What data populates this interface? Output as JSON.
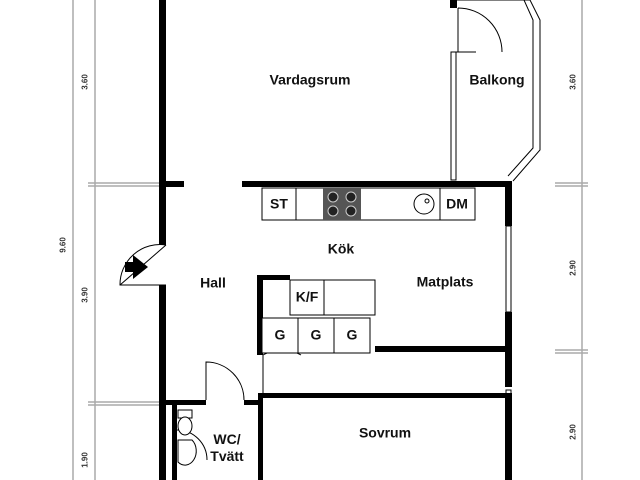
{
  "rooms": {
    "vardagsrum": "Vardagsrum",
    "balkong": "Balkong",
    "kok": "Kök",
    "hall": "Hall",
    "matplats": "Matplats",
    "sovrum": "Sovrum",
    "wc_line1": "WC/",
    "wc_line2": "Tvätt"
  },
  "fixtures": {
    "st": "ST",
    "dm": "DM",
    "kf": "K/F",
    "g1": "G",
    "g2": "G",
    "g3": "G"
  },
  "dimensions": {
    "left_total": "9.60",
    "left_1": "3.60",
    "left_2": "3.90",
    "left_3": "1.90",
    "right_1": "3.60",
    "right_2": "2.90",
    "right_3": "2.90"
  }
}
